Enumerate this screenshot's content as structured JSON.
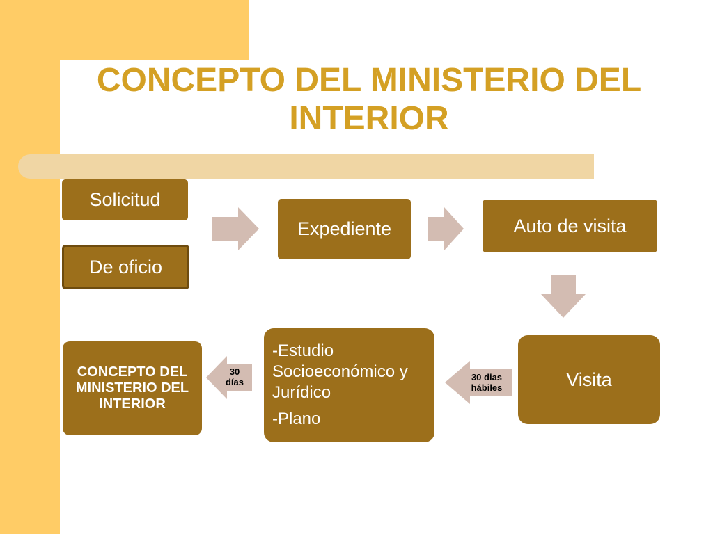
{
  "slide": {
    "title": "CONCEPTO DEL MINISTERIO DEL INTERIOR",
    "colors": {
      "accent": "#FFCC66",
      "title": "#D4A024",
      "box": "#9C6F1B",
      "arrow": "#D3BCB2",
      "rule": "#F0D6A4"
    }
  },
  "diagram": {
    "nodes": {
      "solicitud": "Solicitud",
      "de_oficio": "De oficio",
      "expediente": "Expediente",
      "auto_visita": "Auto de visita",
      "visita": "Visita",
      "estudio_line1": "-Estudio Socioeconómico y Jurídico",
      "estudio_line2": "-Plano",
      "concepto": "CONCEPTO DEL MINISTERIO DEL INTERIOR"
    },
    "arrows": {
      "visita_to_estudio": "30 dias hábiles",
      "estudio_to_concepto": "30 días"
    }
  }
}
